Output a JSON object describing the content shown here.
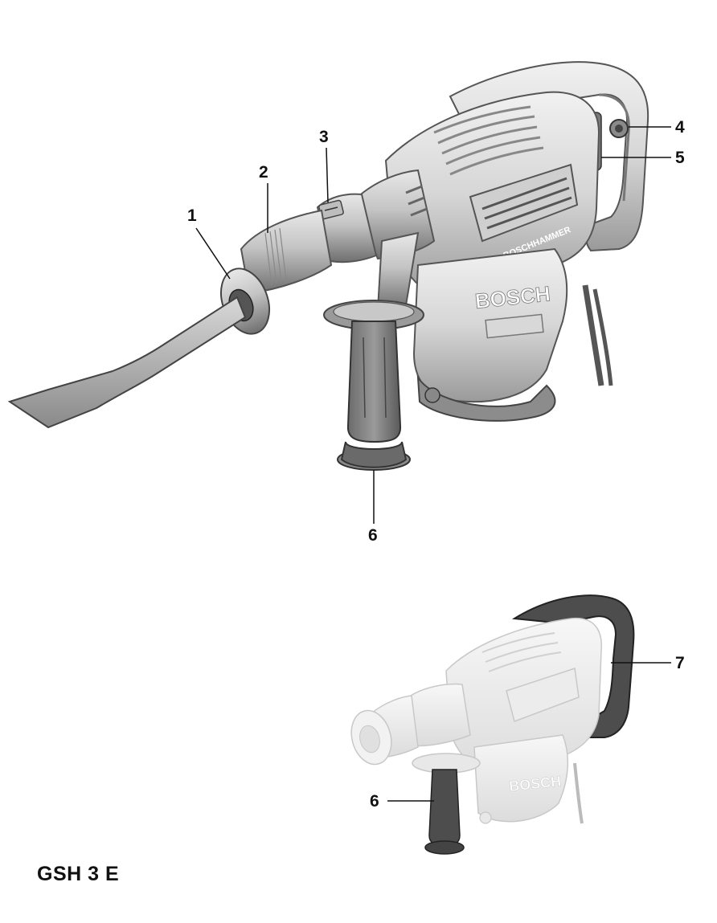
{
  "figure": {
    "model": "GSH 3 E",
    "brand_housing": "BOSCH",
    "brand_label": "BOSCHHAMMER"
  },
  "callouts_main": [
    {
      "id": "1",
      "text": "1"
    },
    {
      "id": "2",
      "text": "2"
    },
    {
      "id": "3",
      "text": "3"
    },
    {
      "id": "4",
      "text": "4"
    },
    {
      "id": "5",
      "text": "5"
    },
    {
      "id": "6",
      "text": "6"
    }
  ],
  "callouts_small": [
    {
      "id": "7",
      "text": "7"
    },
    {
      "id": "6b",
      "text": "6"
    }
  ],
  "colors": {
    "body_light": "#e2e2e2",
    "body_mid": "#bdbdbd",
    "body_dark": "#6e6e6e",
    "handle_dark": "#555555",
    "faded": "#eeeeee",
    "grip_dark": "#4a4a4a"
  }
}
